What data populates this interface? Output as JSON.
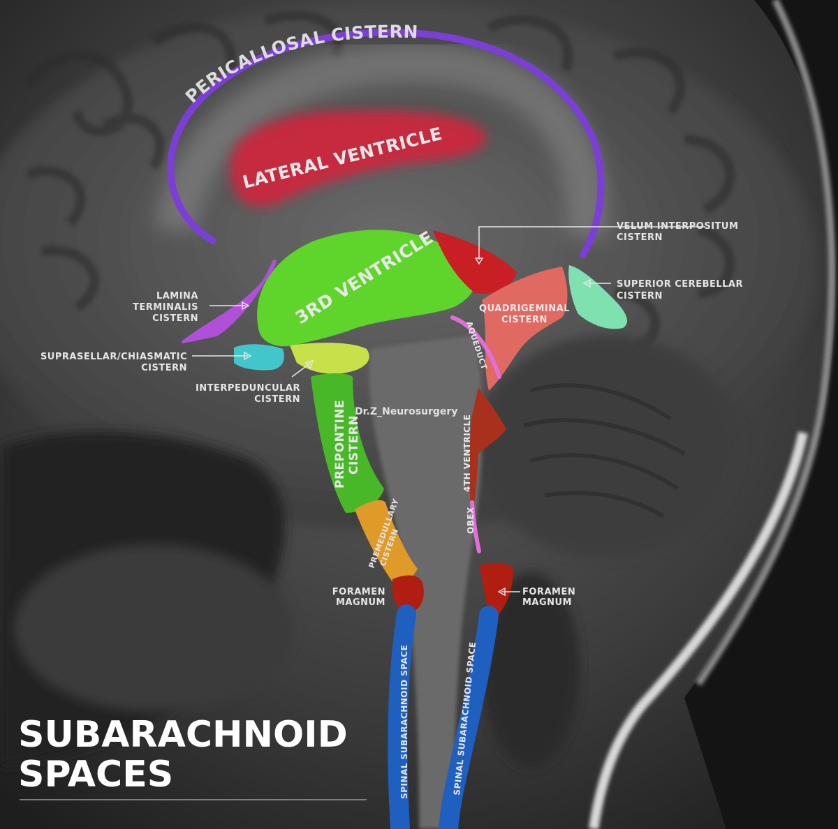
{
  "title": {
    "line1": "SUBARACHNOID",
    "line2": "SPACES"
  },
  "watermark": "Dr.Z_Neurosurgery",
  "labels": {
    "pericallosal": "PERICALLOSAL CISTERN",
    "lateral_ventricle": "LATERAL VENTRICLE",
    "third_ventricle": "3RD VENTRICLE",
    "velum_1": "VELUM INTERPOSITUM",
    "velum_2": "CISTERN",
    "sup_cereb_1": "SUPERIOR CEREBELLAR",
    "sup_cereb_2": "CISTERN",
    "lamina_1": "LAMINA",
    "lamina_2": "TERMINALIS",
    "lamina_3": "CISTERN",
    "quadrigeminal_1": "QUADRIGEMINAL",
    "quadrigeminal_2": "CISTERN",
    "aqueduct": "AQUEDUCT",
    "suprasellar_1": "SUPRASELLAR/CHIASMATIC",
    "suprasellar_2": "CISTERN",
    "interpeduncular_1": "INTERPEDUNCULAR",
    "interpeduncular_2": "CISTERN",
    "prepontine_1": "PREPONTINE",
    "prepontine_2": "CISTERN",
    "fourth_ventricle": "4TH VENTRICLE",
    "obex": "OBEX",
    "premedullary_1": "PREMEDULLARY",
    "premedullary_2": "CISTERN",
    "foramen_left_1": "FORAMEN",
    "foramen_left_2": "MAGNUM",
    "foramen_right_1": "FORAMEN",
    "foramen_right_2": "MAGNUM",
    "spinal_left": "SPINAL SUBARACHNOID SPACE",
    "spinal_right": "SPINAL SUBARACHNOID SPACE"
  },
  "colors": {
    "pericallosal": "#7b3fd6",
    "lateral_ventricle": "#d8243a",
    "third_ventricle": "#5fd42a",
    "velum": "#c81f24",
    "superior_cerebellar": "#7fe0b0",
    "lamina_terminalis": "#b04fd8",
    "quadrigeminal": "#e06a62",
    "aqueduct": "#e070d8",
    "suprasellar": "#42c6cc",
    "interpeduncular": "#c8e04a",
    "prepontine": "#48b828",
    "fourth_ventricle": "#a8301c",
    "obex": "#e070d8",
    "premedullary": "#e09a28",
    "foramen_magnum": "#b01e12",
    "spinal": "#1f5fbf"
  }
}
